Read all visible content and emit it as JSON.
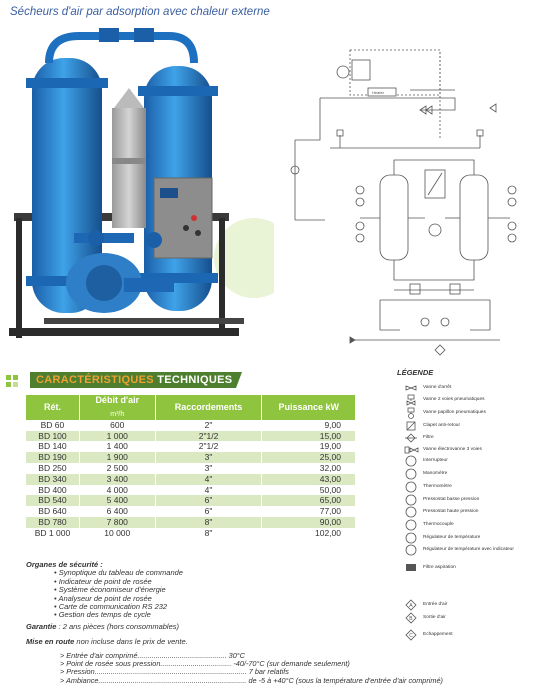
{
  "page": {
    "title": "Sécheurs d'air par adsorption avec chaleur externe"
  },
  "section": {
    "title_highlight": "CARACTÉRISTIQUES",
    "title_rest": " TECHNIQUES"
  },
  "table": {
    "headers": [
      "Rét.",
      "Débit d'air",
      "Raccordements",
      "Puissance kW"
    ],
    "header_unit": "m³/h",
    "rows": [
      [
        "BD 60",
        "600",
        "2\"",
        "9,00"
      ],
      [
        "BD 100",
        "1 000",
        "2\"1/2",
        "15,00"
      ],
      [
        "BD 140",
        "1 400",
        "2\"1/2",
        "19,00"
      ],
      [
        "BD 190",
        "1 900",
        "3\"",
        "25,00"
      ],
      [
        "BD 250",
        "2 500",
        "3\"",
        "32,00"
      ],
      [
        "BD 340",
        "3 400",
        "4\"",
        "43,00"
      ],
      [
        "BD 400",
        "4 000",
        "4\"",
        "50,00"
      ],
      [
        "BD 540",
        "5 400",
        "6\"",
        "65,00"
      ],
      [
        "BD 640",
        "6 400",
        "6\"",
        "77,00"
      ],
      [
        "BD 780",
        "7 800",
        "8\"",
        "90,00"
      ],
      [
        "BD 1 000",
        "10 000",
        "8\"",
        "102,00"
      ]
    ]
  },
  "safety": {
    "title": "Organes de sécurité :",
    "items": [
      "Synoptique du tableau de commande",
      "Indicateur de point de rosée",
      "Système économiseur d'énergie",
      "Analyseur de point de rosée",
      "Carte de communication RS 232",
      "Gestion des temps de cycle"
    ]
  },
  "guarantee": {
    "label": "Garantie",
    "text": " : 2 ans pièces (hors consommables)"
  },
  "mise": {
    "label": "Mise en route",
    "text": " non incluse dans le prix de vente."
  },
  "conditions": [
    {
      "label": "> Entrée d'air comprimé",
      "dots": "............................................",
      "value": "30°C"
    },
    {
      "label": "> Point de rosée sous pression",
      "dots": "...................................",
      "value": "-40/-70°C (sur demande seulement)"
    },
    {
      "label": "> Pression",
      "dots": "...........................................................................",
      "value": "7 bar relatifs"
    },
    {
      "label": "> Ambiance",
      "dots": ".........................................................................",
      "value": "de -5 à +40°C (sous la température d'entrée d'air comprimé)"
    }
  ],
  "legend": {
    "title": "LÉGENDE",
    "items": [
      "Vanne d'arrêt",
      "Vanne 2 voies pneumatiques",
      "Vanne papillon pneumatiques",
      "Clapet anti-retour",
      "Filtre",
      "Vanne électrovanne 3 voies",
      "Interrupteur",
      "Manomètre",
      "Thermomètre",
      "Pressostat basse pression",
      "Pressostat haute pression",
      "Thermocouple",
      "Régulateur de température",
      "Régulateur de température avec indicateur",
      "Filtre aspiration",
      "Entrée d'air",
      "Sortie d'air",
      "Echappement"
    ],
    "symbols": [
      "valve-icon",
      "two-way-valve-icon",
      "butterfly-valve-icon",
      "check-valve-icon",
      "filter-icon",
      "three-way-valve-icon",
      "circle-symbol-icon",
      "circle-symbol-icon",
      "circle-symbol-icon",
      "circle-symbol-icon",
      "circle-symbol-icon",
      "circle-symbol-icon",
      "circle-symbol-icon",
      "circle-symbol-icon",
      "filled-square-icon",
      "diamond-a-icon",
      "diamond-b-icon",
      "diamond-c-icon"
    ]
  },
  "schematic": {
    "heater_label": "Heater"
  },
  "colors": {
    "accent_green": "#8fc43e",
    "row_tint": "#dbe9c3",
    "section_bar": "#4d7f2e",
    "title_blue": "#3a5fa0",
    "highlight": "#f0a030",
    "tank_blue": "#2f8fd6"
  }
}
